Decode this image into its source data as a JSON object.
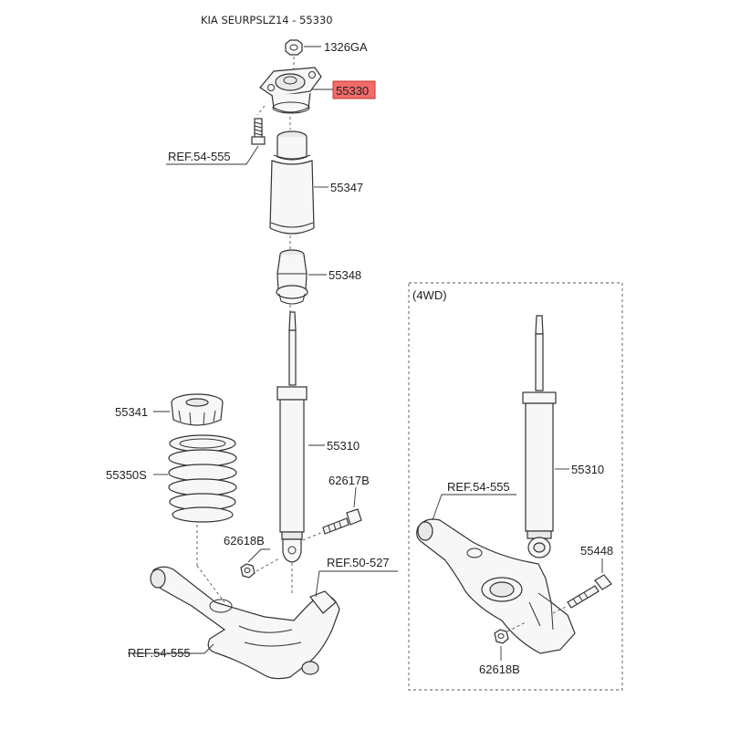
{
  "title": "KIA SEURPSLZ14 - 55330",
  "highlight_color": "#f26a6a",
  "callouts": {
    "nut_1326ga": "1326GA",
    "mount_55330": "55330",
    "ref_bolt_top": "REF.54-555",
    "dust_cover_55347": "55347",
    "bump_stopper_55348": "55348",
    "spring_pad_55341": "55341",
    "coil_spring_55350s": "55350S",
    "shock_55310": "55310",
    "bolt_62617b": "62617B",
    "nut_62618b": "62618B",
    "ref_lower_arm": "REF.50-527",
    "ref_arm_bottom": "REF.54-555"
  },
  "four_wd": {
    "label": "(4WD)",
    "shock_55310": "55310",
    "ref_arm": "REF.54-555",
    "bolt_55448": "55448",
    "nut_62618b": "62618B"
  }
}
